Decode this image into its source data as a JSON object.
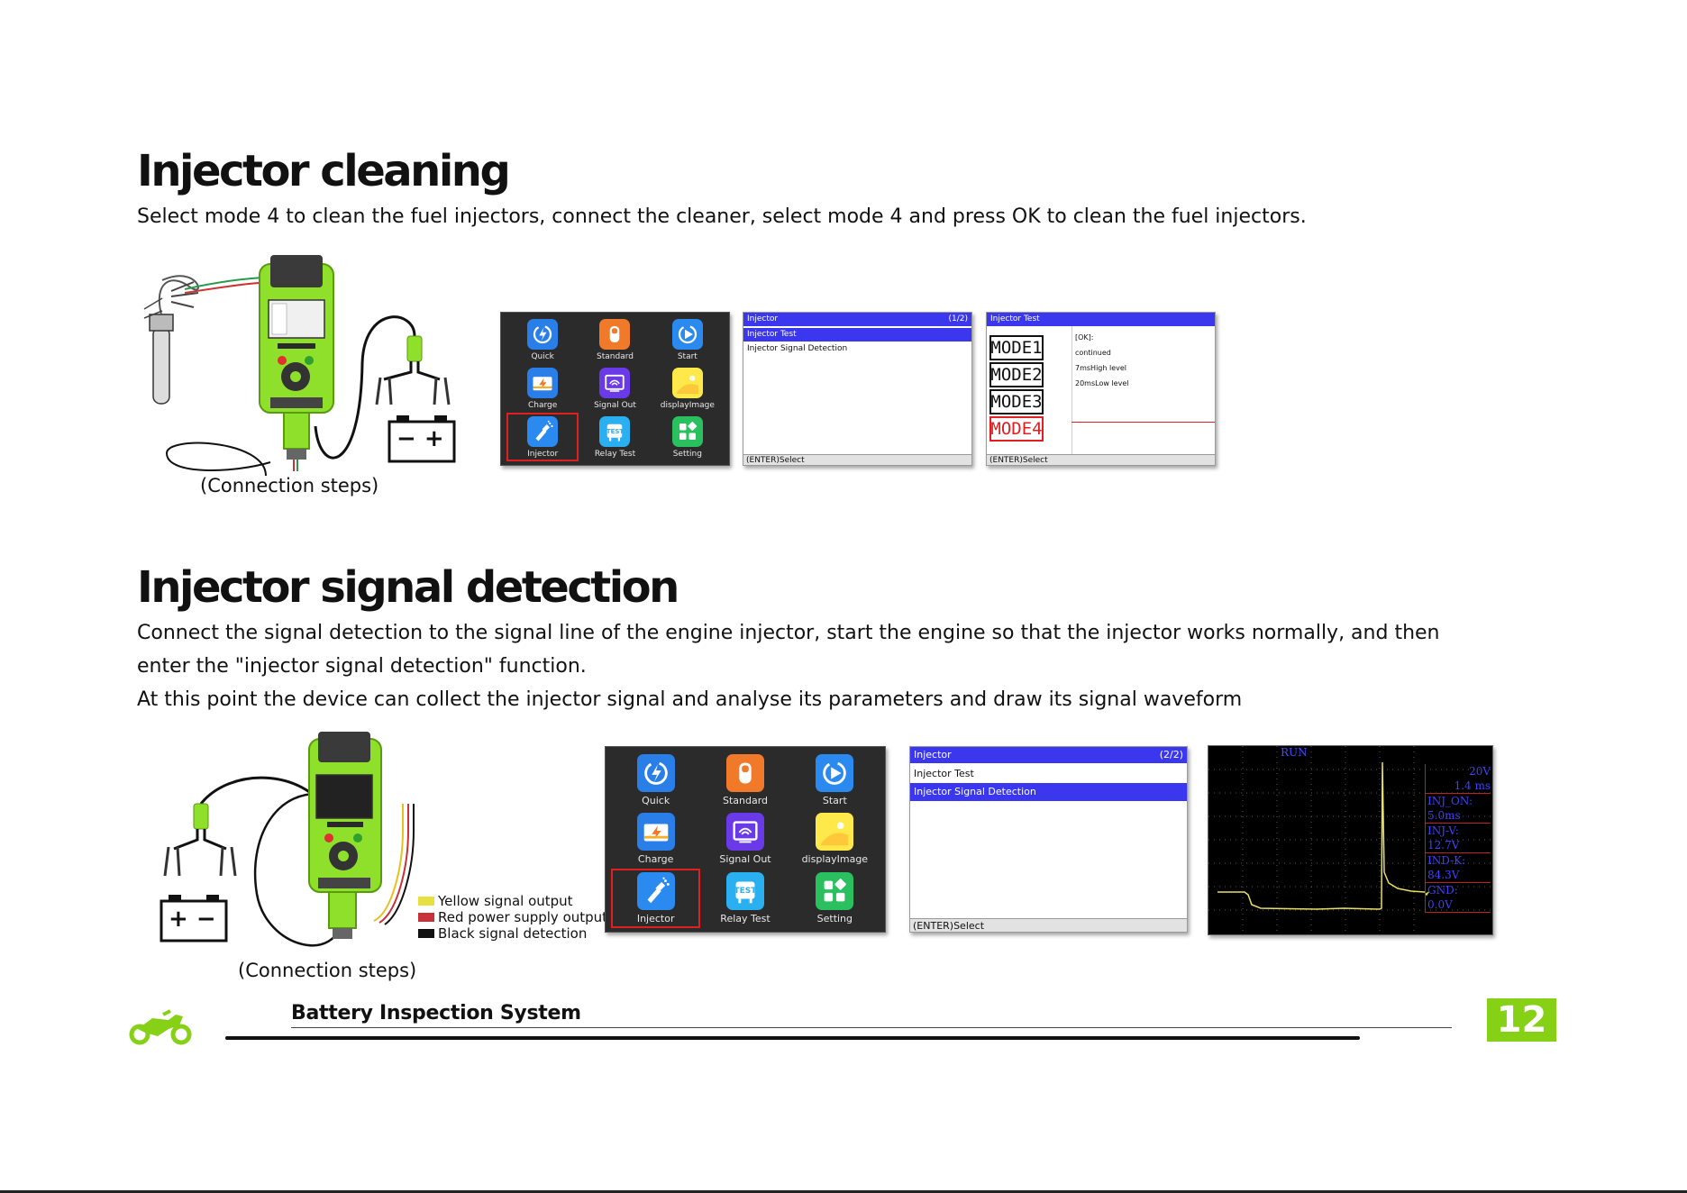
{
  "section1": {
    "title": "Injector cleaning",
    "description": "Select mode 4 to clean the fuel injectors, connect the cleaner, select mode 4 and press OK to clean the fuel injectors.",
    "caption": "(Connection steps)"
  },
  "section2": {
    "title": "Injector signal detection",
    "description_lines": [
      "Connect the signal detection to the signal line of the engine injector, start the engine so that the injector works normally, and then",
      "enter the \"injector signal detection\" function.",
      "At this point the device can collect the injector signal and analyse its parameters and draw its signal waveform"
    ],
    "caption": "(Connection steps)",
    "legend": [
      {
        "label": "Yellow signal output",
        "color": "#e6e040"
      },
      {
        "label": "Red power supply output",
        "color": "#c8303a"
      },
      {
        "label": "Black signal detection",
        "color": "#111111"
      }
    ]
  },
  "home_screen": {
    "tiles": [
      {
        "label": "Quick",
        "icon": "quick-icon"
      },
      {
        "label": "Standard",
        "icon": "standard-icon"
      },
      {
        "label": "Start",
        "icon": "start-icon"
      },
      {
        "label": "Charge",
        "icon": "charge-icon"
      },
      {
        "label": "Signal Out",
        "icon": "signal-out-icon"
      },
      {
        "label": "displayImage",
        "icon": "display-image-icon"
      },
      {
        "label": "Injector",
        "icon": "injector-icon"
      },
      {
        "label": "Relay Test",
        "icon": "relay-test-icon"
      },
      {
        "label": "Setting",
        "icon": "setting-icon"
      }
    ],
    "selected_index": 6,
    "relay_badge": "TEST"
  },
  "injector_menu_1": {
    "title": "Injector",
    "page": "(1/2)",
    "items": [
      "Injector Test",
      "Injector Signal Detection"
    ],
    "selected_index": 0,
    "footer": "(ENTER)Select"
  },
  "injector_test_screen": {
    "title": "Injector Test",
    "modes": [
      "MODE1",
      "MODE2",
      "MODE3",
      "MODE4"
    ],
    "selected_mode": 3,
    "info": [
      "[OK]:",
      "continued",
      "7msHigh level",
      "20msLow level"
    ],
    "footer": "(ENTER)Select"
  },
  "injector_menu_2": {
    "title": "Injector",
    "page": "(2/2)",
    "items": [
      "Injector Test",
      "Injector Signal Detection"
    ],
    "selected_index": 1,
    "footer": "(ENTER)Select"
  },
  "scope": {
    "status": "RUN",
    "readings": [
      "20V",
      "1.4 ms",
      "INJ_ON:",
      "5.0ms",
      "INJ-V:",
      "12.7V",
      "IND-K:",
      "84.3V",
      "GND:",
      "0.0V"
    ]
  },
  "footer": {
    "title": "Battery Inspection System",
    "page_number": "12",
    "logo_icon": "motorcycle-icon"
  },
  "colors": {
    "brand_green": "#86d015",
    "device_green": "#8ee02a",
    "menu_blue": "#3a37ee",
    "highlight_red": "#e02020"
  }
}
